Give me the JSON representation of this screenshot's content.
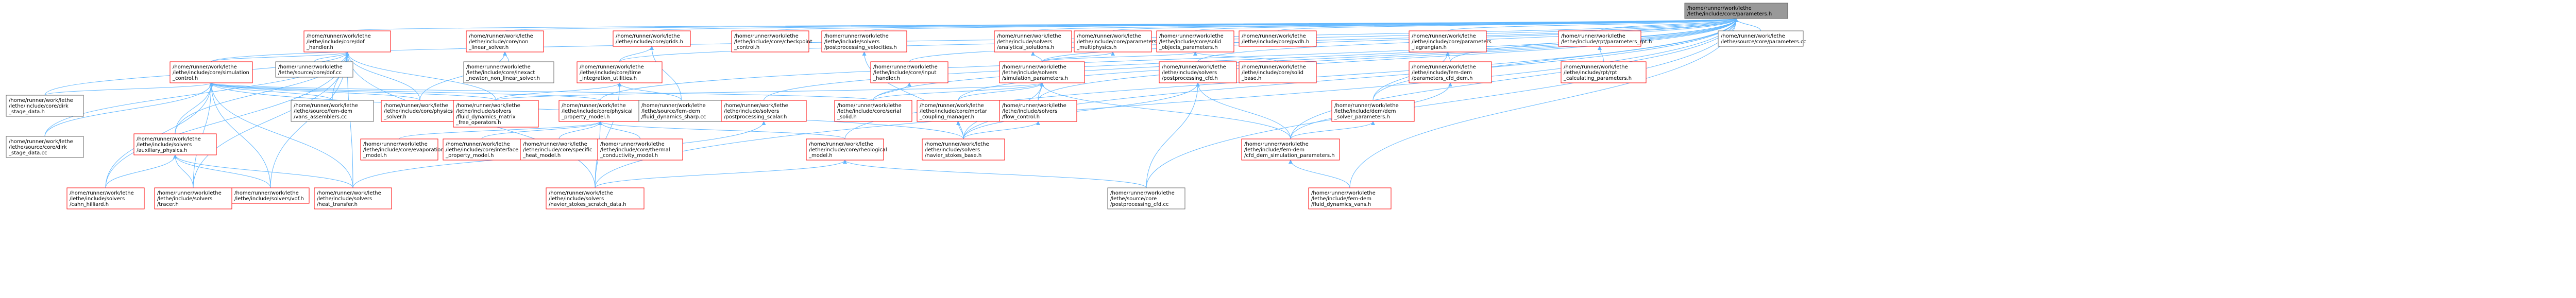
{
  "colors": {
    "root_fill": "#999999",
    "root_stroke": "#666666",
    "node_fill": "#ffffff",
    "red_stroke": "#ff0000",
    "grey_stroke": "#666666",
    "edge": "#63b8ff"
  },
  "nodes": [
    {
      "id": "root",
      "kind": "root",
      "lines": [
        "/home/runner/work/lethe",
        "/lethe/include/core/parameters.h"
      ]
    },
    {
      "id": "dof",
      "kind": "red",
      "lines": [
        "/home/runner/work/lethe",
        "/lethe/include/core/dof",
        "_handler.h"
      ]
    },
    {
      "id": "grids",
      "kind": "red",
      "lines": [
        "/home/runner/work/lethe",
        "/lethe/include/core/grids.h"
      ]
    },
    {
      "id": "checkpoint",
      "kind": "red",
      "lines": [
        "/home/runner/work/lethe",
        "/lethe/include/core/checkpoint",
        "_control.h"
      ]
    },
    {
      "id": "newton",
      "kind": "red",
      "lines": [
        "/home/runner/work/lethe",
        "/lethe/include/core/non",
        "_linear_solver.h"
      ]
    },
    {
      "id": "postvel",
      "kind": "red",
      "lines": [
        "/home/runner/work/lethe",
        "/lethe/include/solvers",
        "/postprocessing_velocities.h"
      ]
    },
    {
      "id": "analytical",
      "kind": "red",
      "lines": [
        "/home/runner/work/lethe",
        "/lethe/include/solvers",
        "/analytical_solutions.h"
      ]
    },
    {
      "id": "multiphysics",
      "kind": "red",
      "lines": [
        "/home/runner/work/lethe",
        "/lethe/include/core/parameters",
        "_multiphysics.h"
      ]
    },
    {
      "id": "solidobj",
      "kind": "red",
      "lines": [
        "/home/runner/work/lethe",
        "/lethe/include/core/solid",
        "_objects_parameters.h"
      ]
    },
    {
      "id": "pvdh",
      "kind": "red",
      "lines": [
        "/home/runner/work/lethe",
        "/lethe/include/core/pvdh.h"
      ]
    },
    {
      "id": "lagrangian",
      "kind": "red",
      "lines": [
        "/home/runner/work/lethe",
        "/lethe/include/core/parameters",
        "_lagrangian.h"
      ]
    },
    {
      "id": "rpt",
      "kind": "red",
      "lines": [
        "/home/runner/work/lethe",
        "/lethe/include/rpt/parameters_rpt.h"
      ]
    },
    {
      "id": "paramcc",
      "kind": "grey",
      "lines": [
        "/home/runner/work/lethe",
        "/lethe/source/core/parameters.cc"
      ]
    },
    {
      "id": "simctrl",
      "kind": "red",
      "lines": [
        "/home/runner/work/lethe",
        "/lethe/include/core/simulation",
        "_control.h"
      ]
    },
    {
      "id": "sourcedof",
      "kind": "grey",
      "lines": [
        "/home/runner/work/lethe",
        "/lethe/source/core/dof.cc"
      ]
    },
    {
      "id": "inexact",
      "kind": "grey",
      "lines": [
        "/home/runner/work/lethe",
        "/lethe/include/core/inexact",
        "_newton_non_linear_solver.h"
      ]
    },
    {
      "id": "timeint",
      "kind": "red",
      "lines": [
        "/home/runner/work/lethe",
        "/lethe/include/core/time",
        "_integration_utilities.h"
      ]
    },
    {
      "id": "inputhandler",
      "kind": "red",
      "lines": [
        "/home/runner/work/lethe",
        "/lethe/include/core/input",
        "_handler.h"
      ]
    },
    {
      "id": "simparams",
      "kind": "red",
      "lines": [
        "/home/runner/work/lethe",
        "/lethe/include/solvers",
        "/simulation_parameters.h"
      ]
    },
    {
      "id": "solidbase",
      "kind": "red",
      "lines": [
        "/home/runner/work/lethe",
        "/lethe/include/core/solid",
        "_base.h"
      ]
    },
    {
      "id": "postcfd",
      "kind": "red",
      "lines": [
        "/home/runner/work/lethe",
        "/lethe/include/solvers",
        "/postprocessing_cfd.h"
      ]
    },
    {
      "id": "cfddem",
      "kind": "red",
      "lines": [
        "/home/runner/work/lethe",
        "/lethe/include/fem-dem",
        "/parameters_cfd_dem.h"
      ]
    },
    {
      "id": "rptcalc",
      "kind": "red",
      "lines": [
        "/home/runner/work/lethe",
        "/lethe/include/rpt/rpt",
        "_calculating_parameters.h"
      ]
    },
    {
      "id": "dirk",
      "kind": "grey",
      "lines": [
        "/home/runner/work/lethe",
        "/lethe/include/core/dirk",
        "_stage_data.h"
      ]
    },
    {
      "id": "femdemvans",
      "kind": "grey",
      "lines": [
        "/home/runner/work/lethe",
        "/lethe/source/fem-dem",
        "/vans_assemblers.cc"
      ]
    },
    {
      "id": "physsolver",
      "kind": "red",
      "lines": [
        "/home/runner/work/lethe",
        "/lethe/include/core/physics",
        "_solver.h"
      ]
    },
    {
      "id": "fluidmatrix",
      "kind": "red",
      "lines": [
        "/home/runner/work/lethe",
        "/lethe/include/solvers",
        "/fluid_dynamics_matrix",
        "_free_operators.h"
      ]
    },
    {
      "id": "physprop",
      "kind": "red",
      "lines": [
        "/home/runner/work/lethe",
        "/lethe/include/core/physical",
        "_property_model.h"
      ]
    },
    {
      "id": "sharp",
      "kind": "grey",
      "lines": [
        "/home/runner/work/lethe",
        "/lethe/source/fem-dem",
        "/fluid_dynamics_sharp.cc"
      ]
    },
    {
      "id": "postscalar",
      "kind": "red",
      "lines": [
        "/home/runner/work/lethe",
        "/lethe/include/solvers",
        "/postprocessing_scalar.h"
      ]
    },
    {
      "id": "serialsolid",
      "kind": "red",
      "lines": [
        "/home/runner/work/lethe",
        "/lethe/include/core/serial",
        "_solid.h"
      ]
    },
    {
      "id": "mortar",
      "kind": "red",
      "lines": [
        "/home/runner/work/lethe",
        "/lethe/include/core/mortar",
        "_coupling_manager.h"
      ]
    },
    {
      "id": "flowctrl",
      "kind": "red",
      "lines": [
        "/home/runner/work/lethe",
        "/lethe/include/solvers",
        "/flow_control.h"
      ]
    },
    {
      "id": "demsolver",
      "kind": "red",
      "lines": [
        "/home/runner/work/lethe",
        "/lethe/include/dem/dem",
        "_solver_parameters.h"
      ]
    },
    {
      "id": "dirkdata",
      "kind": "grey",
      "lines": [
        "/home/runner/work/lethe",
        "/lethe/source/core/dirk",
        "_stage_data.cc"
      ]
    },
    {
      "id": "auxphys",
      "kind": "red",
      "lines": [
        "/home/runner/work/lethe",
        "/lethe/include/solvers",
        "/auxiliary_physics.h"
      ]
    },
    {
      "id": "evapmodel",
      "kind": "red",
      "lines": [
        "/home/runner/work/lethe",
        "/lethe/include/core/evaporation",
        "_model.h"
      ]
    },
    {
      "id": "interface",
      "kind": "red",
      "lines": [
        "/home/runner/work/lethe",
        "/lethe/include/core/interface",
        "_property_model.h"
      ]
    },
    {
      "id": "specific",
      "kind": "red",
      "lines": [
        "/home/runner/work/lethe",
        "/lethe/include/core/specific",
        "_heat_model.h"
      ]
    },
    {
      "id": "thermal",
      "kind": "red",
      "lines": [
        "/home/runner/work/lethe",
        "/lethe/include/core/thermal",
        "_conductivity_model.h"
      ]
    },
    {
      "id": "rheo",
      "kind": "red",
      "lines": [
        "/home/runner/work/lethe",
        "/lethe/include/core/rheological",
        "_model.h"
      ]
    },
    {
      "id": "navierbase",
      "kind": "red",
      "lines": [
        "/home/runner/work/lethe",
        "/lethe/include/solvers",
        "/navier_stokes_base.h"
      ]
    },
    {
      "id": "cfddemsim",
      "kind": "red",
      "lines": [
        "/home/runner/work/lethe",
        "/lethe/include/fem-dem",
        "/cfd_dem_simulation_parameters.h"
      ]
    },
    {
      "id": "cahn",
      "kind": "red",
      "lines": [
        "/home/runner/work/lethe",
        "/lethe/include/solvers",
        "/cahn_hilliard.h"
      ]
    },
    {
      "id": "tracer",
      "kind": "red",
      "lines": [
        "/home/runner/work/lethe",
        "/lethe/include/solvers",
        "/tracer.h"
      ]
    },
    {
      "id": "vof",
      "kind": "red",
      "lines": [
        "/home/runner/work/lethe",
        "/lethe/include/solvers/vof.h"
      ]
    },
    {
      "id": "heat",
      "kind": "red",
      "lines": [
        "/home/runner/work/lethe",
        "/lethe/include/solvers",
        "/heat_transfer.h"
      ]
    },
    {
      "id": "scratch",
      "kind": "red",
      "lines": [
        "/home/runner/work/lethe",
        "/lethe/include/solvers",
        "/navier_stokes_scratch_data.h"
      ]
    },
    {
      "id": "postcc",
      "kind": "grey",
      "lines": [
        "/home/runner/work/lethe",
        "/lethe/source/core",
        "/postprocessing_cfd.cc"
      ]
    },
    {
      "id": "vans",
      "kind": "red",
      "lines": [
        "/home/runner/work/lethe",
        "/lethe/include/fem-dem",
        "/fluid_dynamics_vans.h"
      ]
    }
  ]
}
